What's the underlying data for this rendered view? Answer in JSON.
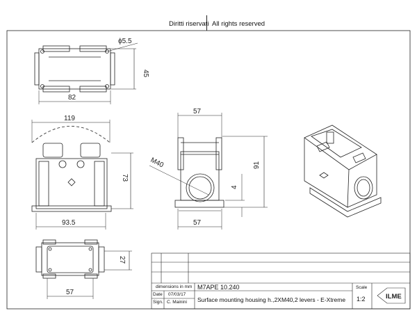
{
  "header": {
    "rights_it": "Diritti riservati",
    "rights_en": "All rights reserved"
  },
  "dimensions": {
    "top_hole": "ϕ5.5",
    "top_height": "45",
    "top_width": "82",
    "front_overall": "119",
    "front_height": "73",
    "front_base": "93.5",
    "side_top_width": "57",
    "side_thread": "M40",
    "side_height": "91",
    "side_base_thickness": "4",
    "side_base_width": "57",
    "bottom_height": "27",
    "bottom_width": "57"
  },
  "title_block": {
    "units_label": "dimensions in mm",
    "date_label": "Date",
    "date_value": "07/03/17",
    "sign_label": "Sign.",
    "sign_value": "C. Mainini",
    "code": "M7APE 10.240",
    "description": "Surface mounting housing h.,2XM40,2 levers - E-Xtreme",
    "scale_label": "Scale",
    "scale_value": "1:2",
    "logo_text": "ILME"
  },
  "colors": {
    "line": "#222222",
    "paper": "#ffffff"
  }
}
